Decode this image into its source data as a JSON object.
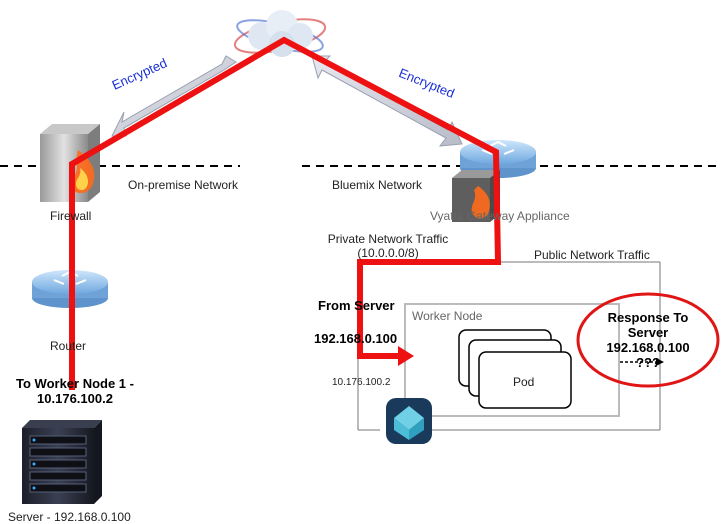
{
  "labels": {
    "encrypted_left": "Encrypted",
    "encrypted_right": "Encrypted",
    "onprem_network": "On-premise Network",
    "bluemix_network": "Bluemix Network",
    "firewall": "Firewall",
    "vyatta": "Vyatta Gateway Appliance",
    "private_traffic_line1": "Private Network Traffic",
    "private_traffic_line2": "(10.0.0.0/8)",
    "public_traffic": "Public Network Traffic",
    "from_server_line1": "From Server",
    "from_server_line2": "192.168.0.100",
    "worker_ip": "10.176.100.2",
    "worker_node": "Worker Node",
    "pod": "Pod",
    "response_line1": "Response To",
    "response_line2": "Server",
    "response_line3": "192.168.0.100",
    "response_line4": "???",
    "router": "Router",
    "to_worker_line1": "To Worker Node 1 -",
    "to_worker_line2": "10.176.100.2",
    "server": "Server - 192.168.0.100"
  },
  "icons": {
    "internet": "cloud-icon",
    "firewall": "firewall-icon",
    "router": "router-icon",
    "vyatta": "gateway-appliance-icon",
    "server": "server-rack-icon",
    "kubernetes": "container-service-icon"
  },
  "colors": {
    "traffic_path": "#ee1111",
    "encrypted_text": "#1a2fd6",
    "response_circle": "#e01515",
    "dashed_divider": "#000000"
  }
}
